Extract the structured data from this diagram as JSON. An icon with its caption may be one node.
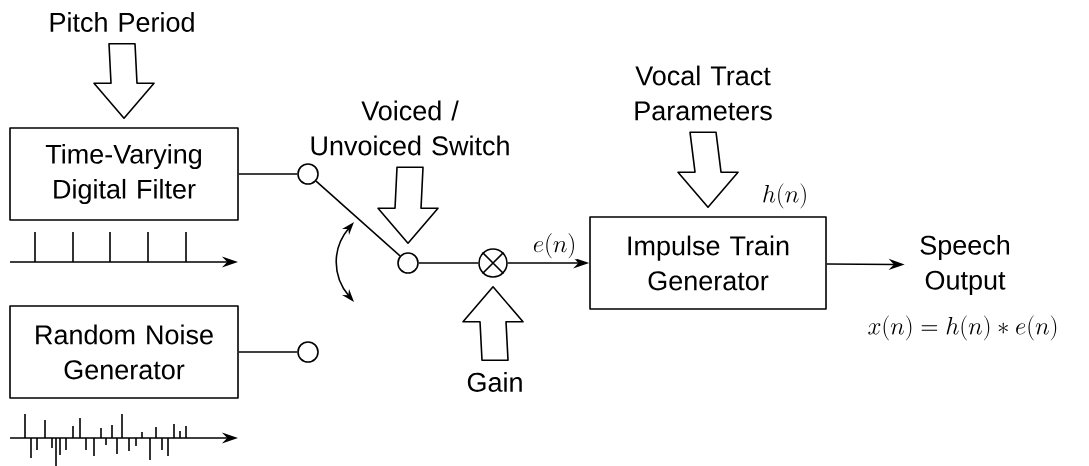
{
  "diagram": {
    "nodes": [
      {
        "text": [
          "Pitch Period"
        ]
      },
      {
        "text": [
          "Time-Varying Digital Filter"
        ]
      },
      {
        "text": [
          "Random Noise Generator"
        ]
      },
      {
        "text": [],
        "shape": "circle"
      },
      {
        "text": [],
        "shape": "circle"
      },
      {
        "text": [],
        "shape": "circle"
      },
      {
        "text": [
          "Voiced / Unvoiced Switch"
        ]
      },
      {
        "text": [],
        "shape": "multiplier"
      },
      {
        "text": [
          "Gain"
        ]
      },
      {
        "text": [
          "Vocal Tract Parameters"
        ]
      },
      {
        "text": [
          "Impulse Train Generator"
        ],
        "beside": [
          "h(n)"
        ]
      },
      {
        "text": [
          "Speech Output"
        ],
        "beside": [
          "x(n) = h(n) * e(n)"
        ]
      }
    ],
    "edges": [
      {
        "from": 0,
        "to": 1,
        "arrow": "to",
        "style": "thick"
      },
      {
        "from": 1,
        "to": 3,
        "arrow": "none"
      },
      {
        "from": 2,
        "to": 4,
        "arrow": "none"
      },
      {
        "from": 3,
        "to": 5,
        "arrow": "none"
      },
      {
        "from": 6,
        "to": 5,
        "arrow": "to",
        "style": "thick"
      },
      {
        "from": 5,
        "to": 7,
        "arrow": "none"
      },
      {
        "from": 8,
        "to": 7,
        "arrow": "to",
        "style": "thick"
      },
      {
        "from": 7,
        "to": 10,
        "arrow": "to",
        "label": "e(n)"
      },
      {
        "from": 9,
        "to": 10,
        "arrow": "to",
        "style": "thick"
      },
      {
        "from": 10,
        "to": 11,
        "arrow": "to"
      }
    ]
  }
}
